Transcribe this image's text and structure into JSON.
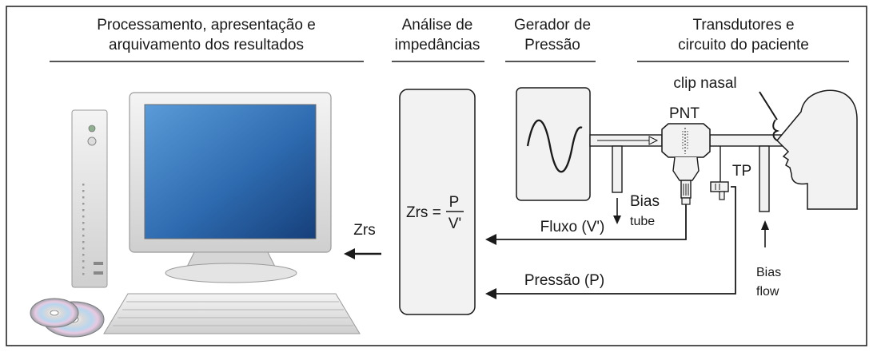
{
  "headers": {
    "processing": [
      "Processamento, apresentação e",
      "arquivamento dos resultados"
    ],
    "impedance": [
      "Análise de",
      "impedâncias"
    ],
    "generator": [
      "Gerador de",
      "Pressão"
    ],
    "transducers": [
      "Transdutores e",
      "circuito do paciente"
    ]
  },
  "labels": {
    "clip": "clip nasal",
    "pnt": "PNT",
    "tp": "TP",
    "bias_tube": [
      "Bias",
      "tube"
    ],
    "bias_flow": [
      "Bias",
      "flow"
    ],
    "flow": "Fluxo (V')",
    "pressure": "Pressão (P)",
    "zrs_out": "Zrs"
  },
  "formula": {
    "lhs": "Zrs =",
    "numerator": "P",
    "denominator": "V'"
  },
  "colors": {
    "line": "#1a1a1a",
    "box_fill": "#f2f2f2",
    "screen": "#2f6fb0"
  }
}
